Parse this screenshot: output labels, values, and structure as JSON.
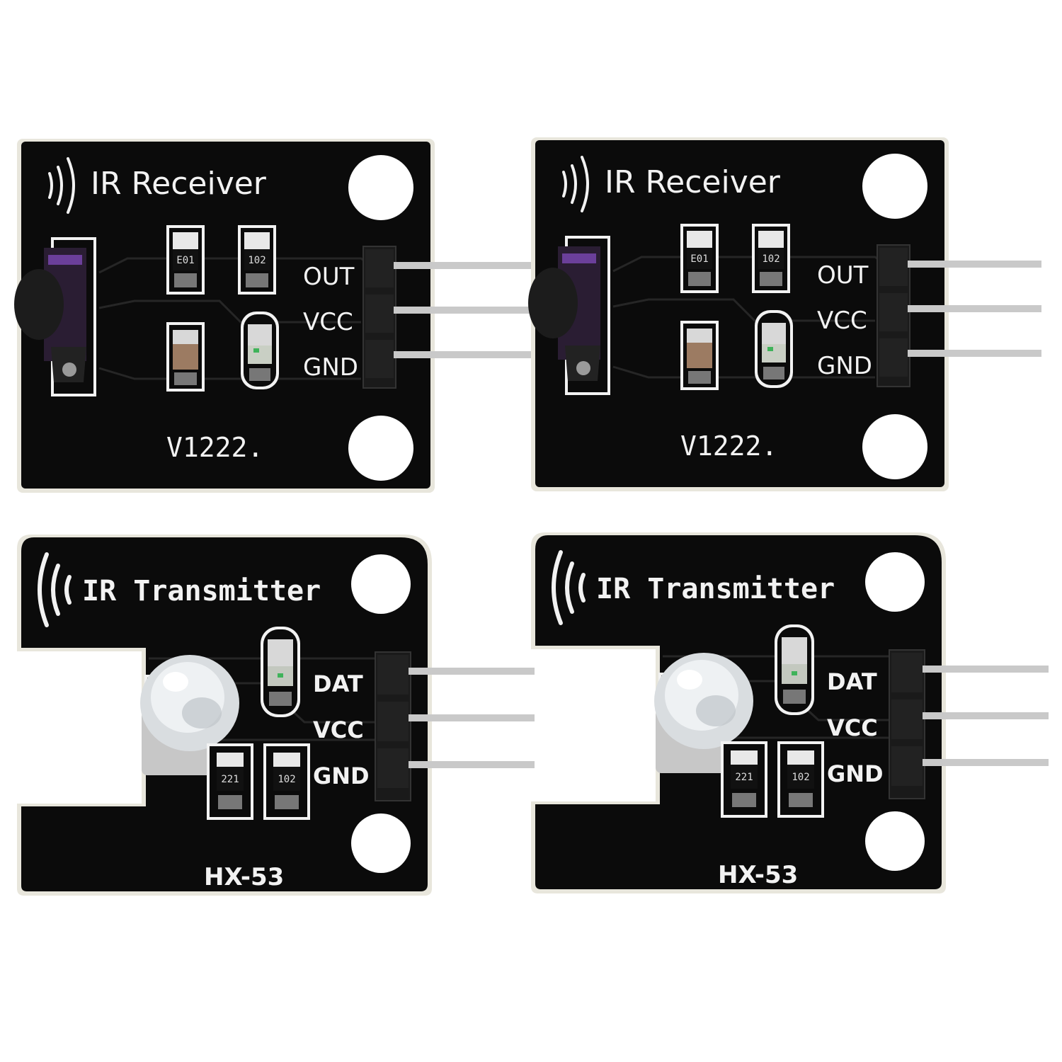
{
  "modules": [
    {
      "kind": "receiver",
      "title": "IR Receiver",
      "pins": [
        "OUT",
        "VCC",
        "GND"
      ],
      "version": "V1222.",
      "resistor_codes": [
        "E01",
        "102"
      ]
    },
    {
      "kind": "receiver",
      "title": "IR Receiver",
      "pins": [
        "OUT",
        "VCC",
        "GND"
      ],
      "version": "V1222.",
      "resistor_codes": [
        "E01",
        "102"
      ]
    },
    {
      "kind": "transmitter",
      "title": "IR Transmitter",
      "pins": [
        "DAT",
        "VCC",
        "GND"
      ],
      "version": "HX-53",
      "resistor_codes": [
        "221",
        "102"
      ]
    },
    {
      "kind": "transmitter",
      "title": "IR Transmitter",
      "pins": [
        "DAT",
        "VCC",
        "GND"
      ],
      "version": "HX-53",
      "resistor_codes": [
        "221",
        "102"
      ]
    }
  ],
  "colors": {
    "board": "#0b0b0b",
    "board_edge": "#e8e6dc",
    "silkscreen": "#f2f2f2",
    "pin_metal": "#c9c9c9",
    "header": "#1a1a1a"
  }
}
